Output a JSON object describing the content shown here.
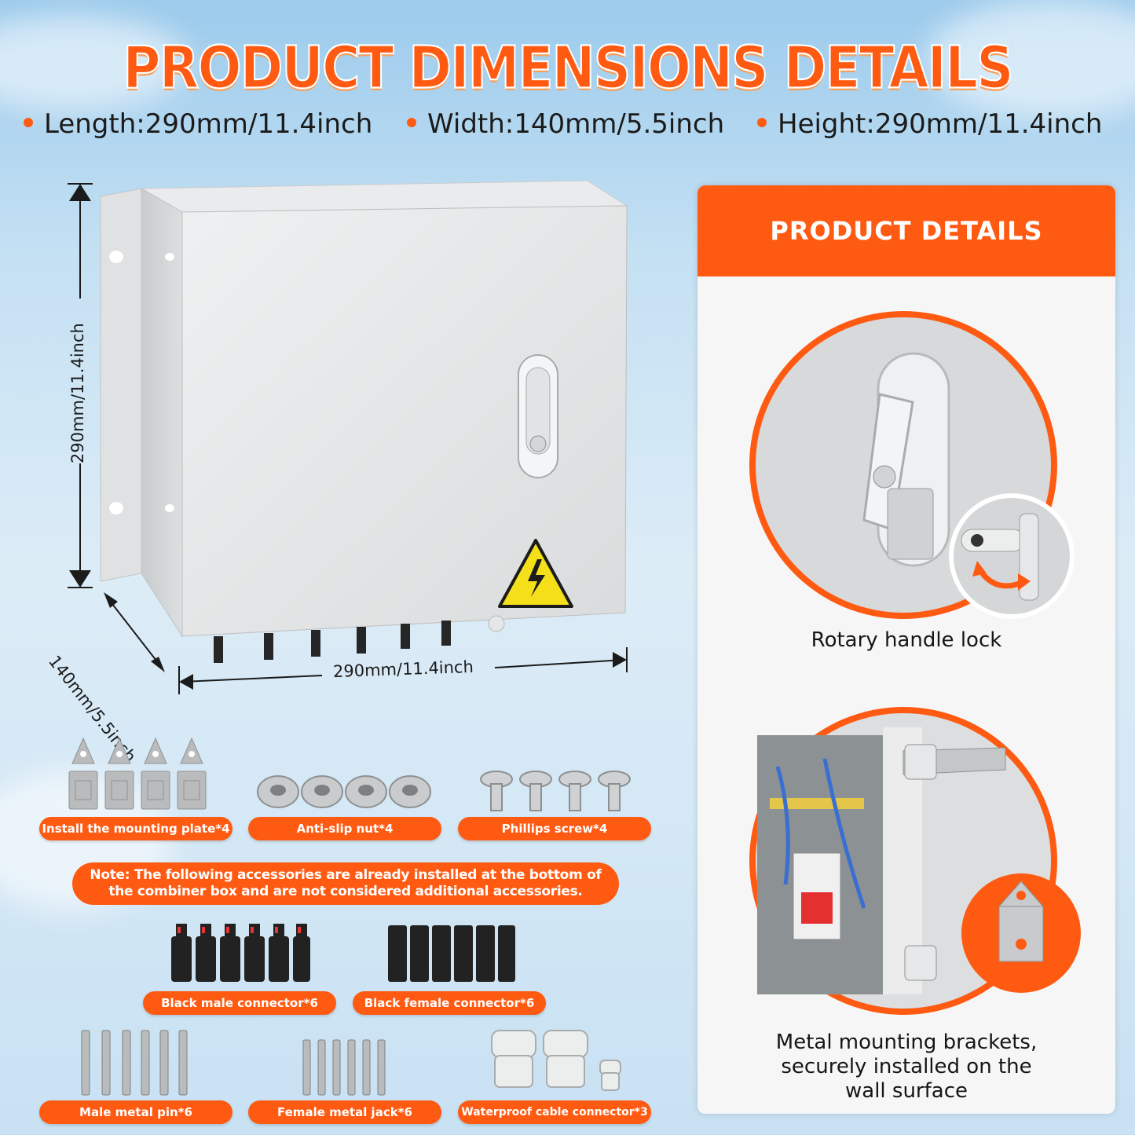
{
  "header": {
    "title": "PRODUCT DIMENSIONS DETAILS",
    "dimensions": [
      {
        "label": "Length:290mm/11.4inch"
      },
      {
        "label": "Width:140mm/5.5inch"
      },
      {
        "label": "Height:290mm/11.4inch"
      }
    ]
  },
  "drawing": {
    "height_label": "290mm/11.4inch",
    "depth_label": "140mm/5.5inch",
    "width_label": "290mm/11.4inch"
  },
  "accessories": {
    "row1": [
      {
        "label": "Install the mounting plate*4",
        "icon": "mounting-plate-icon"
      },
      {
        "label": "Anti-slip nut*4",
        "icon": "nut-icon"
      },
      {
        "label": "Phillips screw*4",
        "icon": "screw-icon"
      }
    ],
    "note": {
      "line1": "Note: The following accessories are already installed at the bottom of",
      "line2": "the combiner box and are not considered additional accessories."
    },
    "row2": [
      {
        "label": "Black male connector*6",
        "icon": "male-connector-icon"
      },
      {
        "label": "Black female connector*6",
        "icon": "female-connector-icon"
      }
    ],
    "row3": [
      {
        "label": "Male metal pin*6",
        "icon": "male-pin-icon"
      },
      {
        "label": "Female metal jack*6",
        "icon": "female-jack-icon"
      },
      {
        "label": "Waterproof cable connector*3",
        "icon": "cable-gland-icon"
      }
    ]
  },
  "panel": {
    "title": "PRODUCT DETAILS",
    "feature1": "Rotary handle lock",
    "feature2": {
      "line1": "Metal mounting brackets,",
      "line2": "securely installed on the",
      "line3": "wall surface"
    }
  },
  "colors": {
    "accent": "#ff5a12",
    "box": "#e4e5e6",
    "sky": "#c4e0f3"
  }
}
